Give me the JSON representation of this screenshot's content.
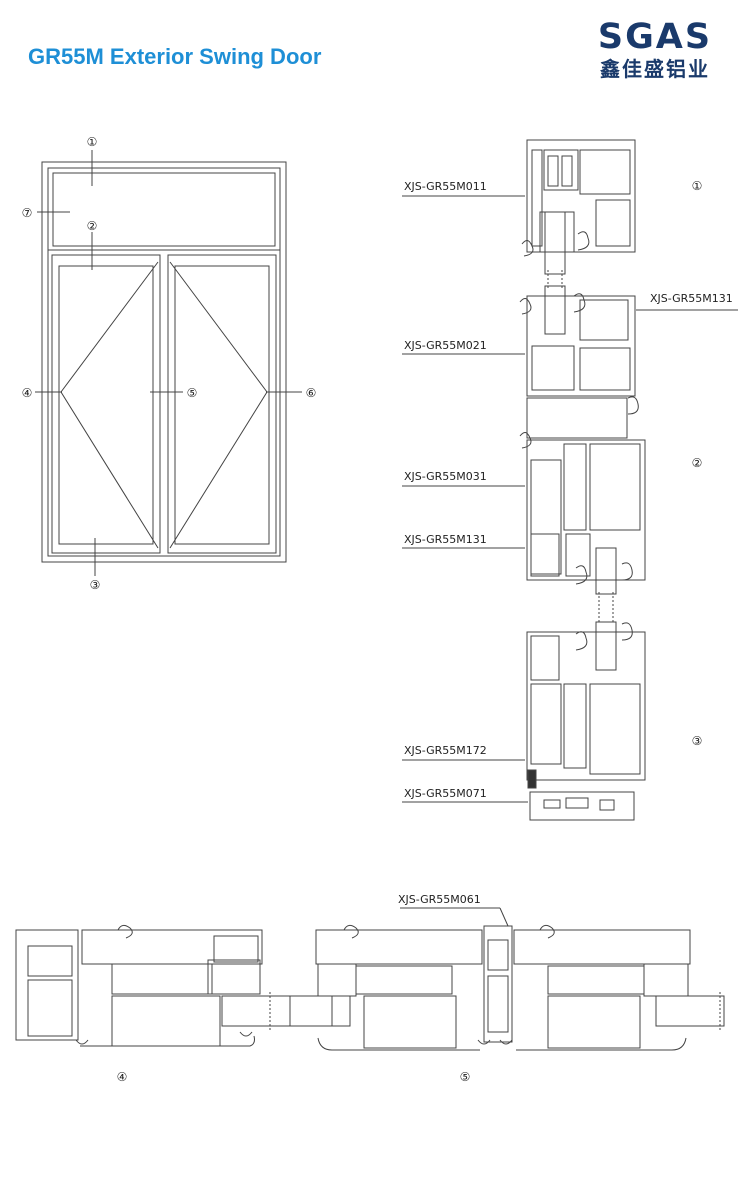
{
  "header": {
    "title": "GR55M Exterior Swing Door",
    "logo_text": "SGAS",
    "logo_subtitle": "鑫佳盛铝业",
    "brand_color": "#1e8fd6",
    "logo_color": "#1a3a6b"
  },
  "elevation": {
    "callouts": [
      "①",
      "②",
      "③",
      "④",
      "⑤",
      "⑥",
      "⑦"
    ]
  },
  "vertical_section": {
    "part_labels": [
      "XJS-GR55M011",
      "XJS-GR55M131",
      "XJS-GR55M021",
      "XJS-GR55M031",
      "XJS-GR55M131",
      "XJS-GR55M172",
      "XJS-GR55M071"
    ],
    "section_markers": [
      "①",
      "②",
      "③"
    ]
  },
  "horizontal_section": {
    "part_label": "XJS-GR55M061",
    "section_markers": [
      "④",
      "⑤"
    ]
  }
}
